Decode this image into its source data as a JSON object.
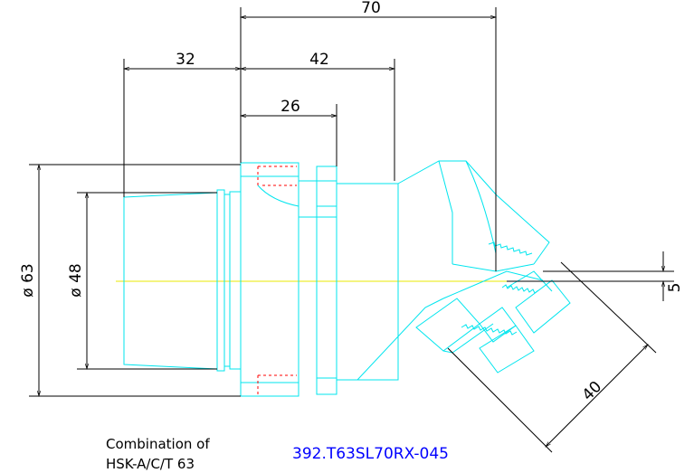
{
  "drawing": {
    "dimensions": {
      "overall_length": "70",
      "rear_length": "32",
      "front_length": "42",
      "flange_length": "26",
      "outer_diameter": "ø 63",
      "inner_diameter": "ø 48",
      "offset": "5",
      "insert_length": "40"
    },
    "note_line1": "Combination of",
    "note_line2": "HSK-A/C/T 63",
    "part_number": "392.T63SL70RX-045"
  },
  "colors": {
    "body": "#00e5ee",
    "hidden": "#ff0000",
    "centerline": "#e8e800",
    "dimension": "#000000",
    "part_number": "#0000ff"
  }
}
